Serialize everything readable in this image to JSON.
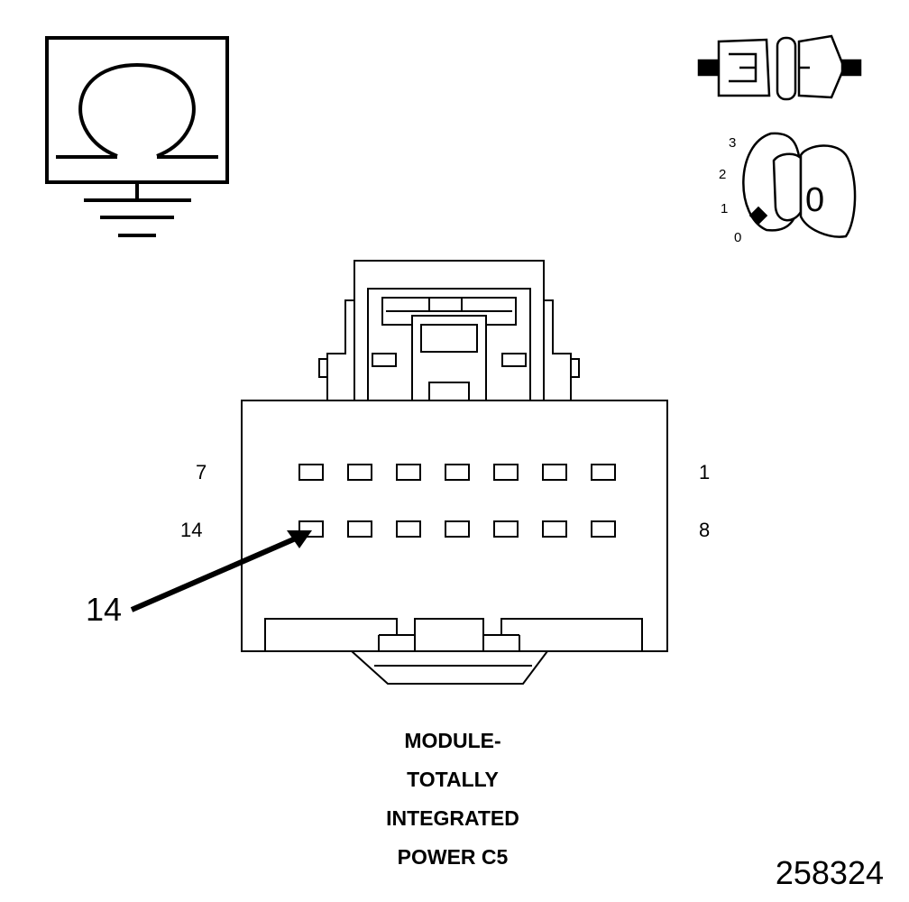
{
  "ignition": {
    "positions": [
      "3",
      "2",
      "1",
      "0"
    ],
    "key_label": "0"
  },
  "connector": {
    "row_labels": {
      "top_left": "7",
      "top_right": "1",
      "bottom_left": "14",
      "bottom_right": "8"
    },
    "callout": "14"
  },
  "caption": [
    "MODULE-",
    "TOTALLY",
    "INTEGRATED",
    "POWER C5"
  ],
  "figure_number": "258324"
}
